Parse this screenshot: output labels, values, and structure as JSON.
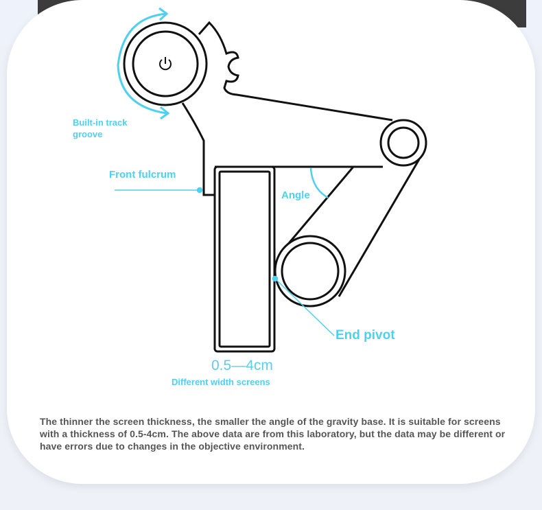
{
  "labels": {
    "track_groove": "Built-in track groove",
    "front_fulcrum": "Front fulcrum",
    "angle": "Angle",
    "end_pivot": "End pivot",
    "width_range": "0.5—4cm",
    "width_caption": "Different width screens"
  },
  "caption": "The thinner the screen thickness, the smaller the angle of the gravity base. It is suitable for screens with a thickness of 0.5-4cm. The above data are from this laboratory, but the data may be different or have errors due to changes in the objective environment.",
  "colors": {
    "accent": "#4fd0ee",
    "line": "#111111",
    "text": "#555555"
  }
}
